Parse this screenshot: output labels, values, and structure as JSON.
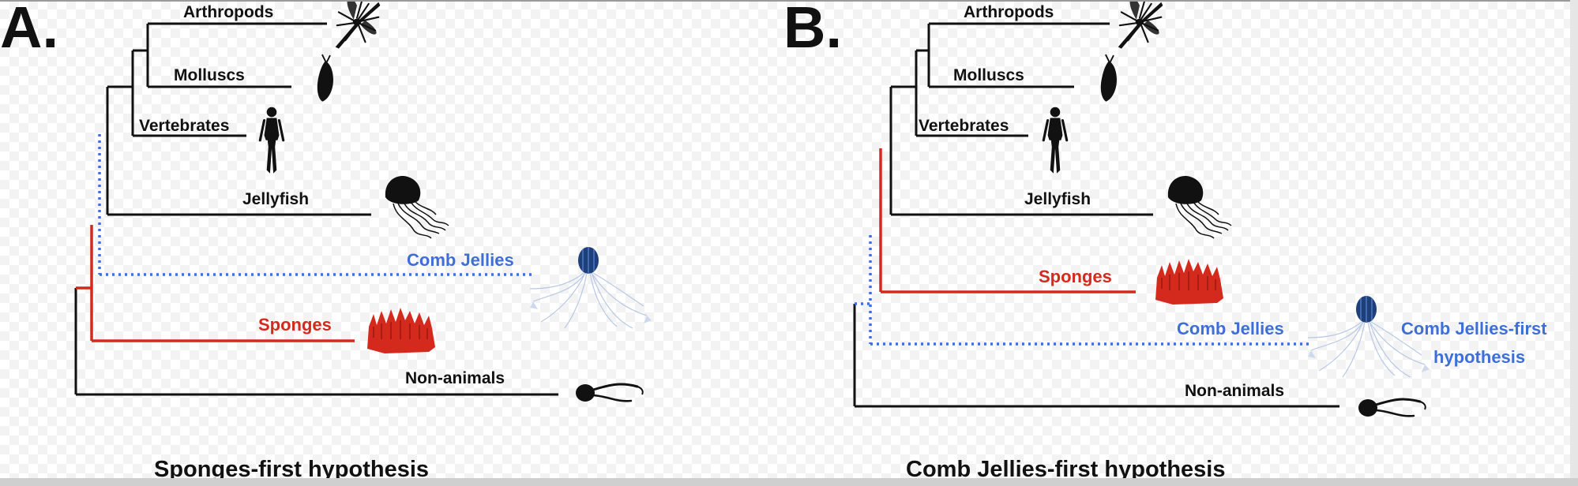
{
  "panel_a": {
    "letter": "A.",
    "caption": "Sponges-first hypothesis",
    "taxa": {
      "arthropods": "Arthropods",
      "molluscs": "Molluscs",
      "vertebrates": "Vertebrates",
      "jellyfish": "Jellyfish",
      "comb_jellies": "Comb Jellies",
      "sponges": "Sponges",
      "non_animals": "Non-animals"
    }
  },
  "panel_b": {
    "letter": "B.",
    "caption": "Comb Jellies-first hypothesis",
    "taxa": {
      "arthropods": "Arthropods",
      "molluscs": "Molluscs",
      "vertebrates": "Vertebrates",
      "jellyfish": "Jellyfish",
      "sponges": "Sponges",
      "comb_jellies": "Comb Jellies",
      "non_animals": "Non-animals"
    },
    "side_label_line1": "Comb Jellies-first",
    "side_label_line2": "hypothesis"
  },
  "colors": {
    "black": "#111111",
    "red": "#d42a1e",
    "blue": "#3d6fd6",
    "comb_body": "#1f3f7a",
    "comb_cilia": "#b8c8e6"
  },
  "icons": {
    "arthropod": "mosquito-icon",
    "mollusc": "slug-icon",
    "vertebrate": "human-icon",
    "jellyfish": "jellyfish-icon",
    "comb_jelly": "comb-jelly-icon",
    "sponge": "sponge-icon",
    "non_animal": "flagellate-icon"
  }
}
